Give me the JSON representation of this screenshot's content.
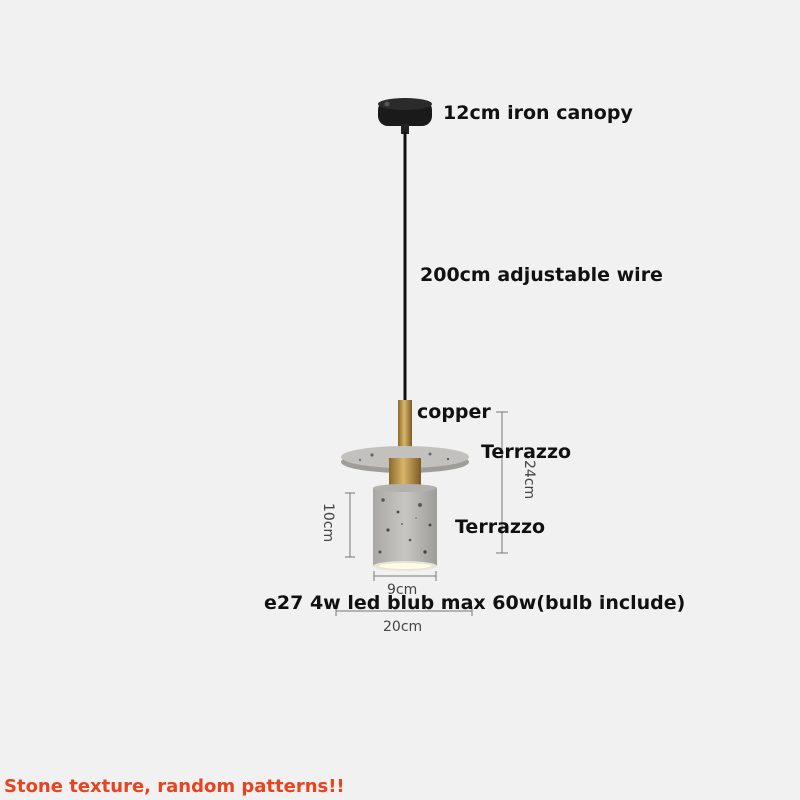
{
  "labels": {
    "canopy": "12cm iron canopy",
    "wire": "200cm adjustable wire",
    "copper": "copper",
    "terrazzo_disc": "Terrazzo",
    "terrazzo_body": "Terrazzo",
    "bulb": "e27 4w led blub max 60w(bulb include)"
  },
  "dimensions": {
    "height_total": "24cm",
    "body_height": "10cm",
    "body_width": "9cm",
    "disc_width": "20cm"
  },
  "note": {
    "text": "Stone texture, random patterns!!",
    "color": "#e8431f"
  },
  "colors": {
    "canopy": "#1a1a1a",
    "wire": "#111111",
    "copper": "#c19a52",
    "terrazzo": "#b9b8b4",
    "dimension_line": "#777777"
  }
}
